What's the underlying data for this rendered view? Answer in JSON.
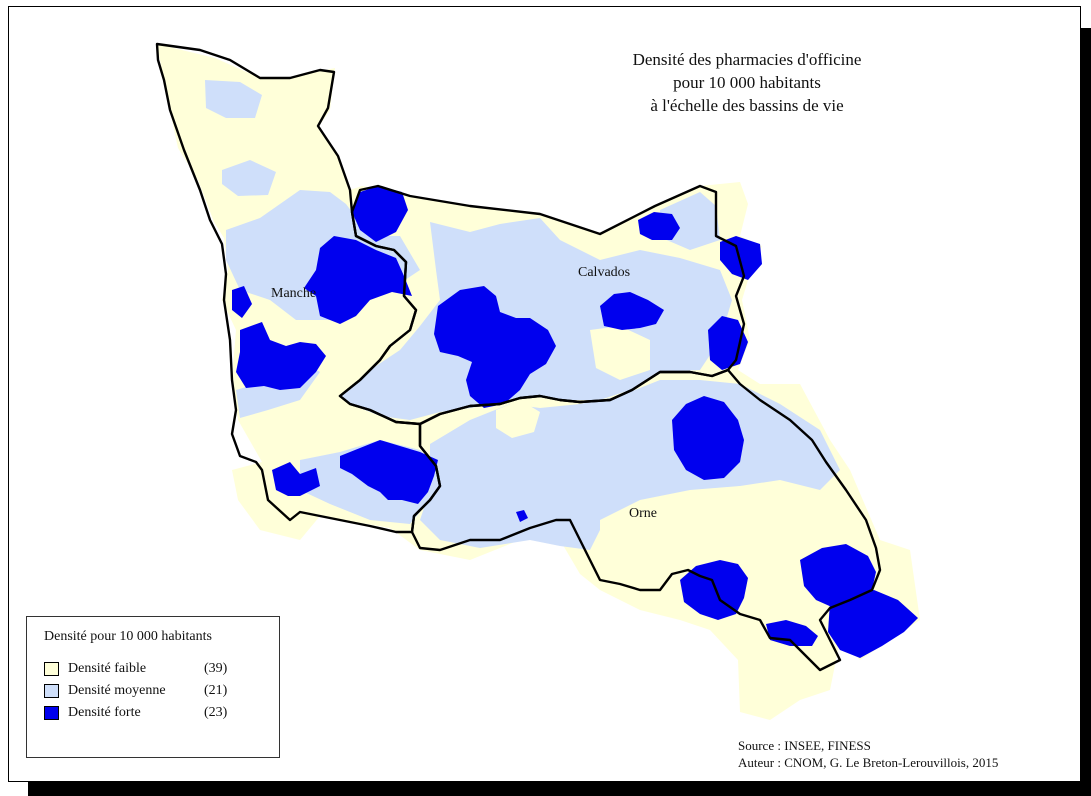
{
  "title": {
    "line1": "Densité des pharmacies d'officine",
    "line2": "pour 10 000 habitants",
    "line3": "à l'échelle des bassins de vie"
  },
  "departments": {
    "manche": "Manche",
    "calvados": "Calvados",
    "orne": "Orne"
  },
  "legend": {
    "title": "Densité pour 10 000 habitants",
    "items": [
      {
        "label": "Densité faible",
        "count": "(39)",
        "color": "#ffffd9"
      },
      {
        "label": "Densité moyenne",
        "count": "(21)",
        "color": "#cfdffa"
      },
      {
        "label": "Densité forte",
        "count": "(23)",
        "color": "#0000ee"
      }
    ]
  },
  "credits": {
    "source": "Source : INSEE, FINESS",
    "author": "Auteur : CNOM, G. Le Breton-Lerouvillois, 2015"
  },
  "colors": {
    "faible": "#ffffd9",
    "moyenne": "#cfdffa",
    "forte": "#0000ee",
    "border": "#000000"
  }
}
